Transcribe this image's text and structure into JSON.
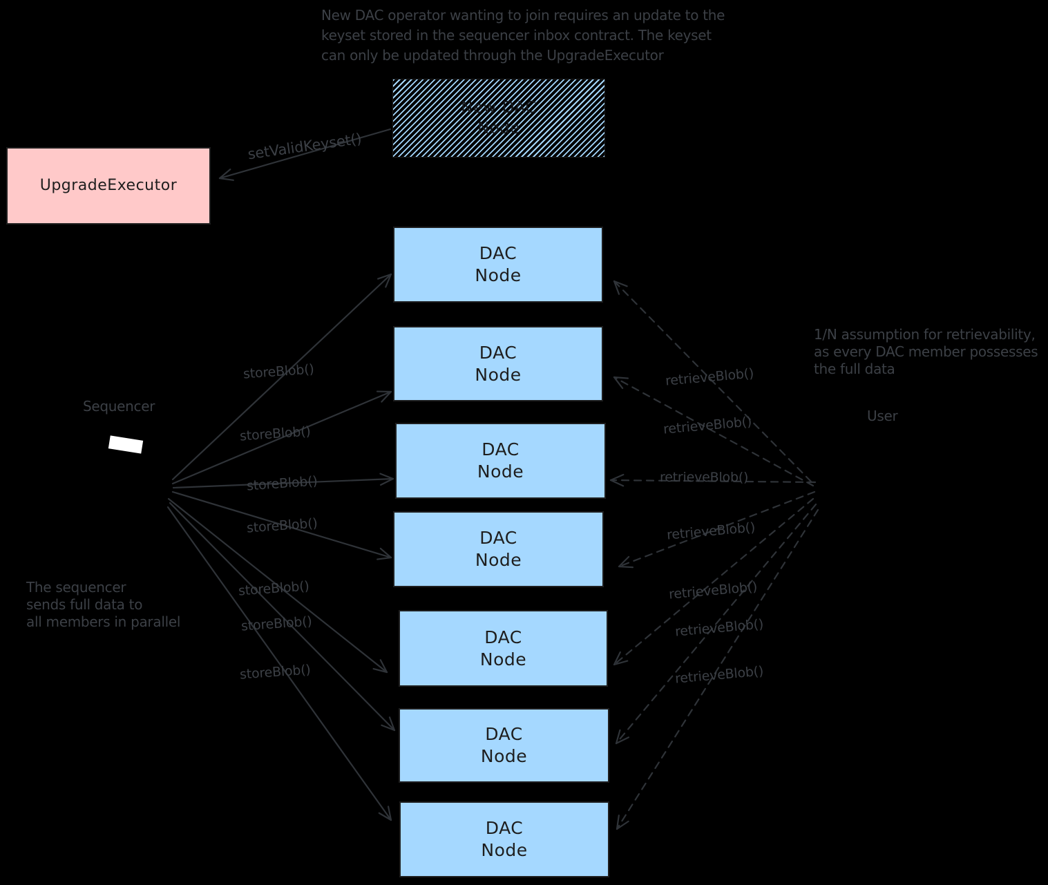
{
  "colors": {
    "bg": "#000000",
    "node_fill": "#a5d8ff",
    "pink_fill": "#ffc9c9",
    "box_border": "#1e1e1e",
    "box_text": "#1e1e1e",
    "note_text": "#3c4046",
    "arrow": "#2f3338",
    "white": "#ffffff",
    "hatch_text": "#16191d"
  },
  "top_note": {
    "lines": [
      "New DAC operator wanting to join requires an update to the",
      "keyset stored in the sequencer inbox contract. The keyset",
      "can only be updated through the UpgradeExecutor"
    ]
  },
  "new_dac_node": {
    "line1": "New DAC",
    "line2": "Node"
  },
  "upgrade_executor": {
    "label": "UpgradeExecutor"
  },
  "set_valid_keyset": {
    "label": "setValidKeyset()"
  },
  "sequencer": {
    "label": "Sequencer"
  },
  "sequencer_note": {
    "lines": [
      "The sequencer",
      "sends full data to",
      "all members in parallel"
    ]
  },
  "user": {
    "label": "User"
  },
  "user_note": {
    "lines": [
      "1/N assumption for retrievability,",
      "as every DAC member possesses",
      "the full data"
    ]
  },
  "dac_nodes": {
    "items": [
      {
        "line1": "DAC",
        "line2": "Node"
      },
      {
        "line1": "DAC",
        "line2": "Node"
      },
      {
        "line1": "DAC",
        "line2": "Node"
      },
      {
        "line1": "DAC",
        "line2": "Node"
      },
      {
        "line1": "DAC",
        "line2": "Node"
      },
      {
        "line1": "DAC",
        "line2": "Node"
      },
      {
        "line1": "DAC",
        "line2": "Node"
      }
    ]
  },
  "store_arrows": {
    "items": [
      {
        "label": "storeBlob()"
      },
      {
        "label": "storeBlob()"
      },
      {
        "label": "storeBlob()"
      },
      {
        "label": "storeBlob()"
      },
      {
        "label": "storeBlob()"
      },
      {
        "label": "storeBlob()"
      },
      {
        "label": "storeBlob()"
      }
    ]
  },
  "retrieve_arrows": {
    "items": [
      {
        "label": "retrieveBlob()"
      },
      {
        "label": "retrieveBlob()"
      },
      {
        "label": "retrieveBlob()"
      },
      {
        "label": "retrieveBlob()"
      },
      {
        "label": "retrieveBlob()"
      },
      {
        "label": "retrieveBlob()"
      },
      {
        "label": "retrieveBlob()"
      }
    ]
  }
}
